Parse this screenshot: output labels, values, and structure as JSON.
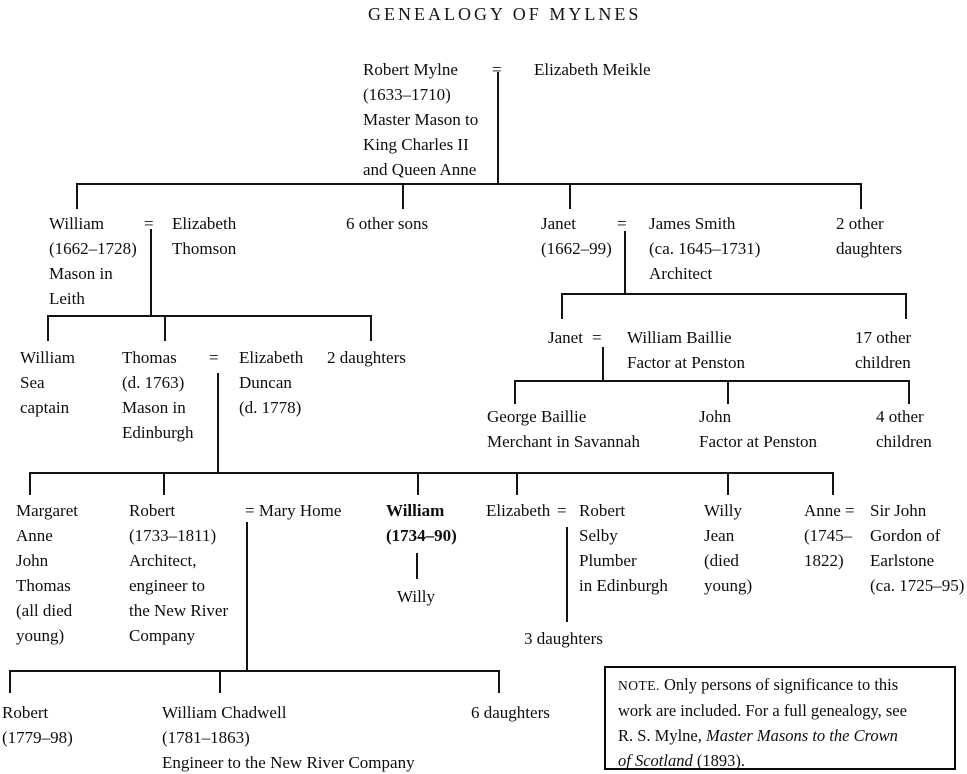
{
  "title": "GENEALOGY OF MYLNES",
  "symbols": {
    "equals": "="
  },
  "people": {
    "robert_mylne": "Robert Mylne\n(1633–1710)\nMaster Mason to\nKing Charles II\nand Queen Anne",
    "elizabeth_meikle": "Elizabeth Meikle",
    "william_leith": "William\n(1662–1728)\nMason in\nLeith",
    "elizabeth_thomson": "Elizabeth\nThomson",
    "six_other_sons": "6 other sons",
    "janet_1662": "Janet\n(1662–99)",
    "james_smith": "James Smith\n(ca. 1645–1731)\nArchitect",
    "two_other_daughters": "2 other\ndaughters",
    "william_sea_captain": "William\nSea\ncaptain",
    "thomas_mason": "Thomas\n(d. 1763)\nMason in\nEdinburgh",
    "elizabeth_duncan": "Elizabeth\nDuncan\n(d. 1778)",
    "two_daughters": "2 daughters",
    "janet_baillie": "Janet",
    "william_baillie": "William Baillie\nFactor at Penston",
    "seventeen_other_children": "17 other\nchildren",
    "george_baillie": "George Baillie\nMerchant in Savannah",
    "john_baillie": "John\nFactor at Penston",
    "four_other_children": "4 other\nchildren",
    "margaret_siblings": "Margaret\nAnne\nJohn\nThomas\n(all died\nyoung)",
    "robert_architect": "Robert\n(1733–1811)\nArchitect,\nengineer to\nthe New River\nCompany",
    "mary_home": "= Mary Home",
    "william_1734": "William\n(1734–90)",
    "willy": "Willy",
    "elizabeth_selby": "Elizabeth",
    "robert_selby": "Robert\nSelby\nPlumber\nin Edinburgh",
    "three_daughters": "3 daughters",
    "willy_jean": "Willy\nJean\n(died\nyoung)",
    "anne_1745": "Anne\n(1745–\n1822)",
    "sir_john_gordon": "Sir John\nGordon of\nEarlstone\n(ca. 1725–95)",
    "robert_1779": "Robert\n(1779–98)",
    "william_chadwell": "William Chadwell\n(1781–1863)\nEngineer to the New River Company",
    "six_daughters": "6 daughters"
  },
  "note": {
    "label": "NOTE.",
    "line1": " Only persons of significance to this",
    "line2": "work are included. For a full genealogy, see",
    "line3_pre": "R. S. Mylne, ",
    "line3_it": "Master Masons to the Crown",
    "line4_it": "of Scotland",
    "line4_post": " (1893)."
  }
}
